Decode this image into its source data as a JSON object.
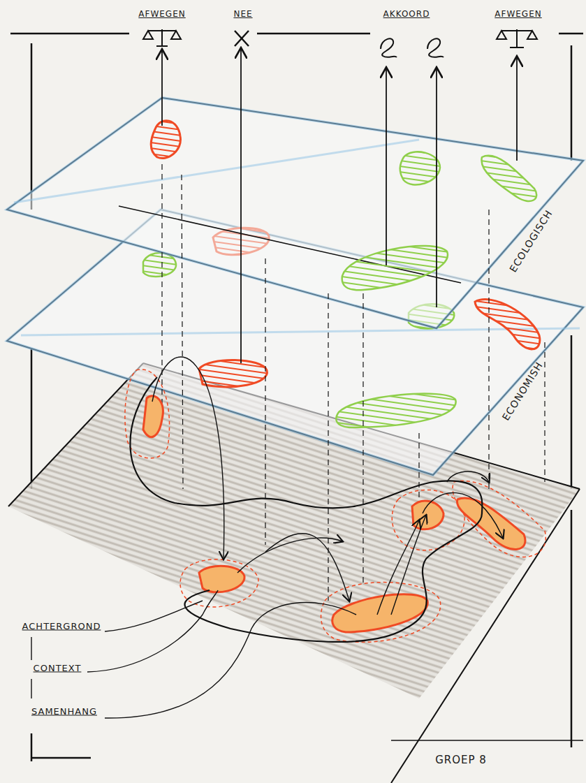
{
  "diagram": {
    "labels": [
      "AFWEGEN",
      "NEE",
      "AKKOORD",
      "AFWEGEN",
      "ECOLOGISCH",
      "ECONOMISH",
      "ACHTERGROND",
      "CONTEXT",
      "SAMENHANG",
      "GROEP 8"
    ]
  }
}
